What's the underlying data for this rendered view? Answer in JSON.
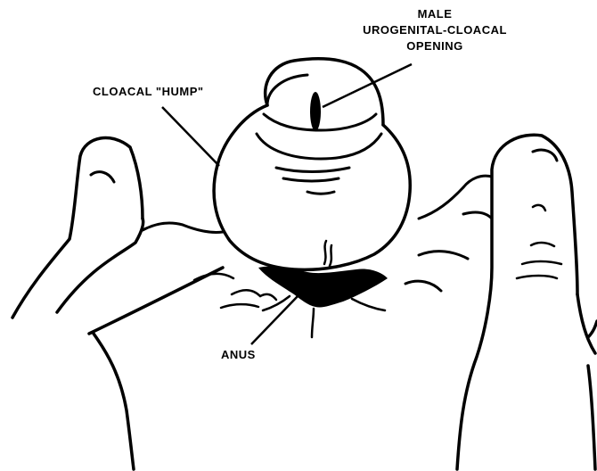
{
  "labels": {
    "male_opening_line1": "MALE",
    "male_opening_line2": "UROGENITAL-CLOACAL",
    "male_opening_line3": "OPENING",
    "cloacal_hump": "CLOACAL \"HUMP\"",
    "anus": "ANUS"
  },
  "colors": {
    "ink": "#000000",
    "paper": "#ffffff"
  }
}
